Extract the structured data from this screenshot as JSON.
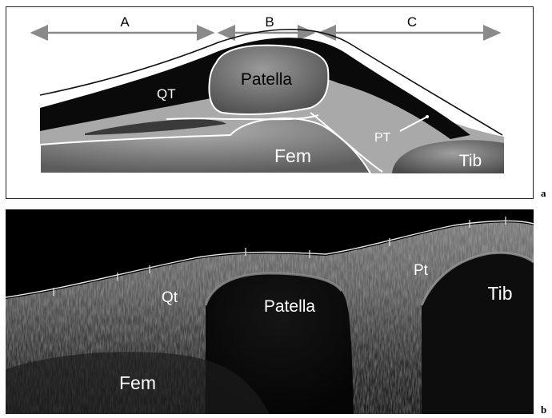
{
  "panel_a": {
    "regions": [
      "A",
      "B",
      "C"
    ],
    "labels": {
      "quadriceps_tendon": "QT",
      "patella": "Patella",
      "patellar_tendon": "PT",
      "femur": "Fem",
      "tibia": "Tib"
    },
    "letter": "a"
  },
  "panel_b": {
    "labels": {
      "quadriceps_tendon": "Qt",
      "patella": "Patella",
      "patellar_tendon": "Pt",
      "femur": "Fem",
      "tibia": "Tib"
    },
    "letter": "b"
  },
  "colors": {
    "arrow": "#8a8a8a",
    "tendon": "#0a0a0a",
    "soft_tissue": "#a8a8a8",
    "bone_light": "#9c9c9c",
    "bone_dark": "#5a5a5a",
    "background_ultrasound": "#000000"
  }
}
